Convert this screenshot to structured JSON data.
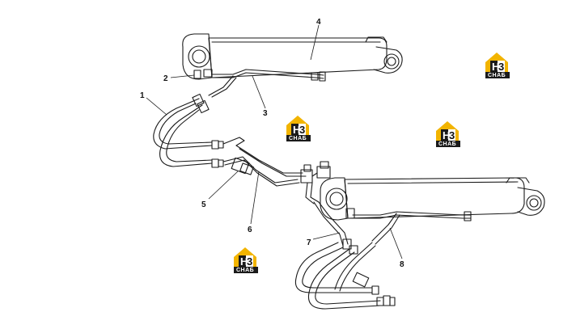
{
  "diagram": {
    "callouts": [
      {
        "id": "c1",
        "label": "1"
      },
      {
        "id": "c2",
        "label": "2"
      },
      {
        "id": "c3",
        "label": "3"
      },
      {
        "id": "c4",
        "label": "4"
      },
      {
        "id": "c5",
        "label": "5"
      },
      {
        "id": "c6",
        "label": "6"
      },
      {
        "id": "c7",
        "label": "7"
      },
      {
        "id": "c8",
        "label": "8"
      }
    ],
    "watermark": {
      "letters": "H",
      "digit": "3",
      "sub": "СНАБ"
    }
  },
  "colors": {
    "line": "#1a1a1a",
    "logo_yellow": "#f2b400",
    "logo_dark": "#1a1a1a"
  }
}
